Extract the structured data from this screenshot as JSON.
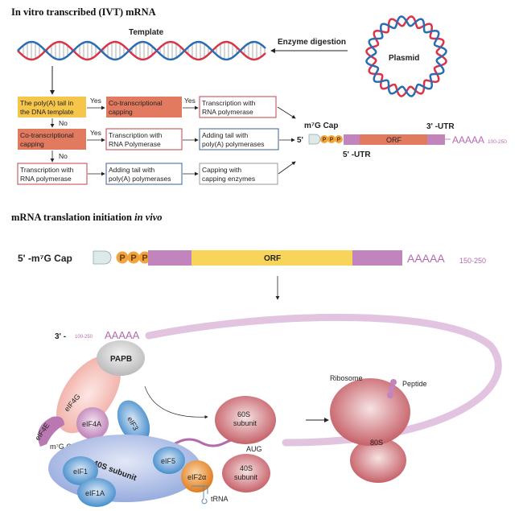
{
  "section1": {
    "title": "In vitro transcribed (IVT) mRNA",
    "template_label": "Template",
    "enzyme_label": "Enzyme digestion",
    "plasmid_label": "Plasmid",
    "flow": {
      "r1c1": [
        "The poly(A) tail in",
        "the DNA template"
      ],
      "r1c2": [
        "Co-transcriptional",
        "capping"
      ],
      "r1c3": [
        "Transcription with",
        "RNA polymerase"
      ],
      "r2c1": [
        "Co-transcriptional",
        "capping"
      ],
      "r2c2": [
        "Transcription with",
        "RNA Polymerase"
      ],
      "r2c3": [
        "Adding tail with",
        "poly(A) polymerases"
      ],
      "r3c1": [
        "Transcription with",
        "RNA polymerase"
      ],
      "r3c2": [
        "Adding tail with",
        "poly(A) polymerases"
      ],
      "r3c3": [
        "Capping with",
        "capping enzymes"
      ],
      "yes": "Yes",
      "no": "No"
    },
    "mrna": {
      "five_prime": "5'",
      "cap_label": "m⁷G Cap",
      "p": "P",
      "orf": "ORF",
      "utr5": "5' -UTR",
      "utr3": "3' -UTR",
      "tail": "AAAAA",
      "tail_len": "100-250"
    }
  },
  "section2": {
    "title_a": "mRNA translation initiation ",
    "title_b": "in vivo",
    "mrna": {
      "five_prime_cap": "5' -m⁷G Cap",
      "p": "P",
      "orf": "ORF",
      "tail": "AAAAA",
      "tail_len": "150-250"
    },
    "complex": {
      "three_prime": "3' -",
      "tail_len": "100-250",
      "tail": "AAAAA",
      "papb": "PAPB",
      "eif4g": "eIF4G",
      "eif4e": "eIF4E",
      "eif4a": "eIF4A",
      "eif3": "eIF3",
      "m7g_cap": "m⁷G Cap",
      "s40": "40S subunit",
      "eif1": "eIF1",
      "eif1a": "eIF1A",
      "eif5": "eIF5",
      "eif2a": "eIF2α",
      "trna": "tRNA",
      "s60": [
        "60S",
        "subunit"
      ],
      "aug": "AUG",
      "s40b": [
        "40S",
        "subunit"
      ],
      "ribosome": "Ribosome",
      "peptide": "Peptide",
      "s80": "80S"
    }
  },
  "colors": {
    "yellow": "#f5c64a",
    "salmon": "#e27a60",
    "purple": "#c184bd",
    "dna_red": "#d8344a",
    "dna_blue": "#2a6db3",
    "ribosome": "#c9626a",
    "factor_blue": "#4a8fce"
  }
}
